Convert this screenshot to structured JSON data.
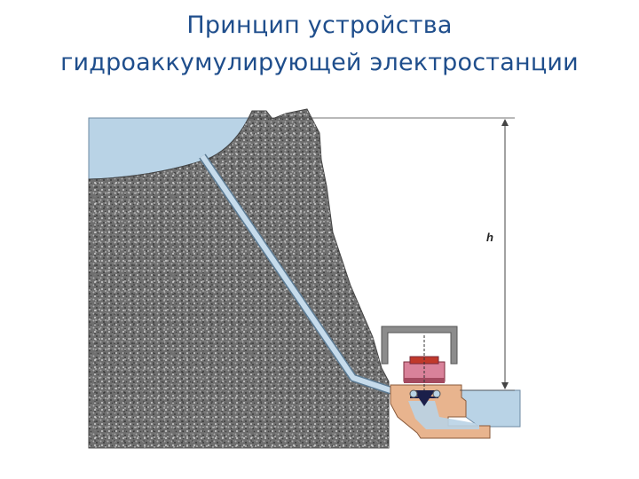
{
  "title": {
    "line1": "Принцип устройства",
    "line2": "гидроаккумулирующей электростанции"
  },
  "diagram": {
    "height_label": "h",
    "colors": {
      "title": "#1f4e8c",
      "water": "#b9d3e6",
      "rock": "#7a7a7a",
      "turbine_housing": "#e8b48e",
      "generator": "#d9829a",
      "generator_top": "#c0392b",
      "powerhouse_frame": "#8c8c8c"
    }
  }
}
